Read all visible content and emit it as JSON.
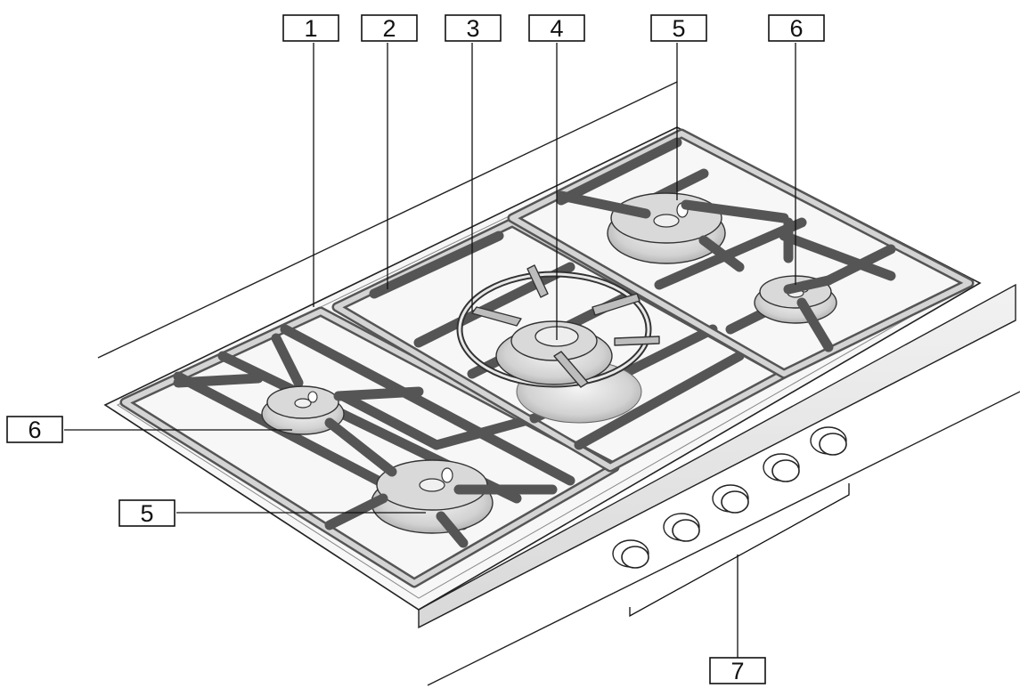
{
  "callouts": [
    {
      "id": "1"
    },
    {
      "id": "2"
    },
    {
      "id": "3"
    },
    {
      "id": "4"
    },
    {
      "id": "5"
    },
    {
      "id": "6"
    },
    {
      "id": "6"
    },
    {
      "id": "5"
    },
    {
      "id": "7"
    }
  ],
  "colors": {
    "outline": "#111111",
    "grate": "#555555",
    "burner": "#cfcfcf",
    "panel": "#e6e6e6"
  }
}
